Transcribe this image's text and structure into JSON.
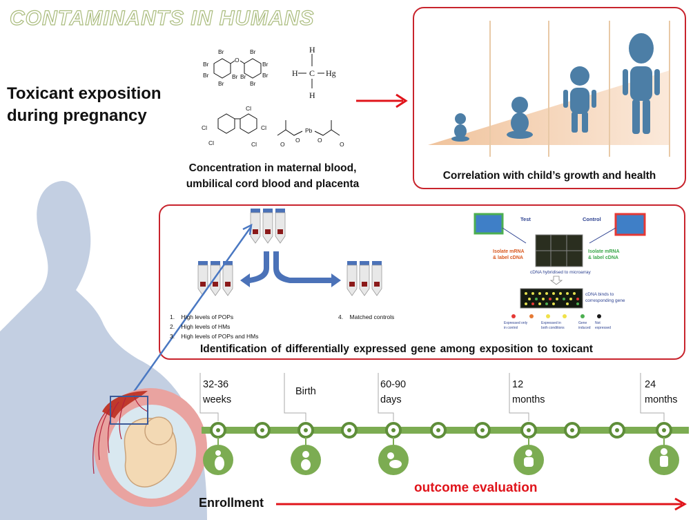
{
  "title": "CONTAMINANTS IN HUMANS",
  "toxicant_heading": [
    "Toxicant exposition",
    "during pregnancy"
  ],
  "concentration_label": [
    "Concentration in maternal blood,",
    "umbilical cord blood  and placenta"
  ],
  "growth_label": "Correlation with child’s growth and health",
  "gene_label": "Identification of differentially  expressed gene among  exposition to toxicant",
  "chem": {
    "br": "Br",
    "cl": "Cl",
    "o": "O",
    "h": "H",
    "c": "C",
    "hg": "Hg",
    "pb": "Pb"
  },
  "groups": [
    "High levels of POPs",
    "High levels of HMs",
    "High levels of POPs and HMs"
  ],
  "group_nums": [
    "1.",
    "2.",
    "3."
  ],
  "controls": {
    "num": "4.",
    "label": "Matched controls"
  },
  "microarray": {
    "test": "Test",
    "control": "Control",
    "isolate_left": [
      "Isolate mRNA",
      "& label cDNA"
    ],
    "isolate_right": [
      "Isolate mRNA",
      "& label cDNA"
    ],
    "hybridised": "cDNA hybridised to microarray",
    "binds": [
      "cDNA binds to",
      "corresponding gene"
    ],
    "legend": [
      {
        "label": [
          "Expressed only",
          "in control"
        ],
        "color": "#e53935"
      },
      {
        "label": [
          "Expressed in",
          "both conditions"
        ],
        "color": "#f0e14a"
      },
      {
        "label": [
          "Gene",
          "induced"
        ],
        "color": "#4caf50"
      },
      {
        "label": [
          "Not",
          "expressed"
        ],
        "color": "#1a1a1a"
      }
    ],
    "colors": {
      "test_label": "#d9581f",
      "control_label": "#3aa64a"
    }
  },
  "timeline": [
    {
      "label": [
        "32-36",
        "weeks"
      ]
    },
    {
      "label": [
        "Birth"
      ]
    },
    {
      "label": [
        "60-90",
        "days"
      ]
    },
    {
      "label": [
        "12",
        "months"
      ]
    },
    {
      "label": [
        "24",
        "months"
      ]
    }
  ],
  "enrollment": "Enrollment",
  "outcome": "outcome evaluation",
  "colors": {
    "accent_red": "#e0141b",
    "box_border": "#c8232c",
    "silhouette": "#c3cfe2",
    "timeline_green": "#7cac52",
    "child_blue": "#4c7ea6",
    "tube_cap": "#4b72b8",
    "title_outline": "#a9bb7c"
  }
}
